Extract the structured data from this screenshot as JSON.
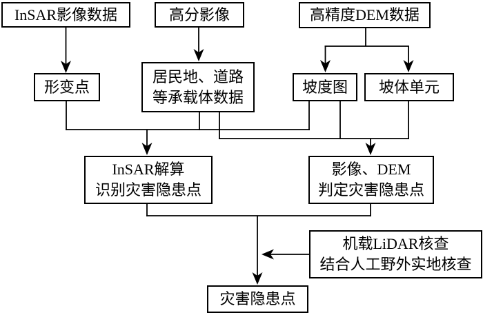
{
  "diagram": {
    "description": "InSAR-based geohazard hidden-danger point identification flowchart",
    "colors": {
      "background": "#ffffff",
      "box_border": "#000000",
      "line": "#000000",
      "text": "#000000"
    },
    "nodes": {
      "insar_data": {
        "label": "InSAR影像数据"
      },
      "gf_image": {
        "label": "高分影像"
      },
      "dem_data": {
        "label": "高精度DEM数据"
      },
      "deform_points": {
        "label": "形变点"
      },
      "carrier_data": {
        "line1": "居民地、道路",
        "line2": "等承载体数据"
      },
      "slope_map": {
        "label": "坡度图"
      },
      "slope_unit": {
        "label": "坡体单元"
      },
      "insar_identify": {
        "line1": "InSAR解算",
        "line2": "识别灾害隐患点"
      },
      "image_dem_judge": {
        "line1": "影像、DEM",
        "line2": "判定灾害隐患点"
      },
      "lidar_check": {
        "line1": "机载LiDAR核查",
        "line2": "结合人工野外实地核查"
      },
      "hazard_points": {
        "label": "灾害隐患点"
      }
    },
    "edges": [
      {
        "from": "insar_data",
        "to": "deform_points"
      },
      {
        "from": "gf_image",
        "to": "carrier_data"
      },
      {
        "from": "dem_data",
        "to": "slope_map"
      },
      {
        "from": "dem_data",
        "to": "slope_unit"
      },
      {
        "from": "deform_points",
        "to": "insar_identify"
      },
      {
        "from": "carrier_data",
        "to": "insar_identify"
      },
      {
        "from": "slope_map",
        "to": "insar_identify"
      },
      {
        "from": "carrier_data",
        "to": "image_dem_judge"
      },
      {
        "from": "slope_map",
        "to": "image_dem_judge"
      },
      {
        "from": "slope_unit",
        "to": "image_dem_judge"
      },
      {
        "from": "insar_identify",
        "to": "hazard_points"
      },
      {
        "from": "image_dem_judge",
        "to": "hazard_points"
      },
      {
        "from": "lidar_check",
        "to": "hazard_points"
      }
    ]
  }
}
